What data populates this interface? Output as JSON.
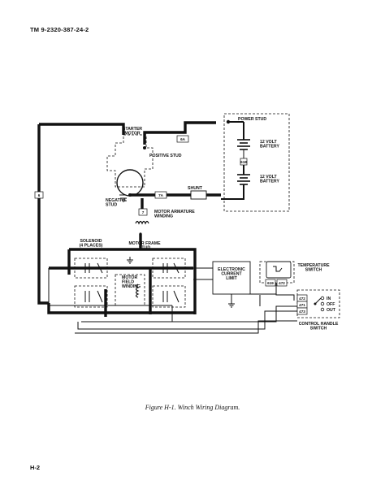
{
  "header": {
    "doc_number": "TM 9-2320-387-24-2"
  },
  "footer": {
    "page_number": "H-2"
  },
  "caption": "Figure H-1.  Winch Wiring Diagram.",
  "diagram": {
    "labels": {
      "power_stud": "POWER STUD",
      "starter_motor": "STARTER MOTOR",
      "positive_stud": "POSITIVE STUD",
      "battery_1": "12 VOLT BATTERY",
      "battery_2": "12 VOLT BATTERY",
      "negative_stud": "NEGATIVE STUD",
      "shunt": "SHUNT",
      "motor_armature_winding": "MOTOR ARMATURE WINDING",
      "solenoid": "SOLENOID (4 PLACES)",
      "motor_frame_stud": "MOTOR FRAME STUD",
      "motor_field_winding": "MOTOR FIELD WINDING",
      "electronic_current_limit": "ELECTRONIC CURRENT LIMIT",
      "temperature_switch": "TEMPERATURE SWITCH",
      "control_handle_switch": "CONTROL HANDLE SWITCH",
      "switch_in": "IN",
      "switch_off": "OFF",
      "switch_out": "OUT"
    },
    "wire_tags": {
      "w6a": "6A",
      "w7a": "7A",
      "w7": "7",
      "w6": "6",
      "w618": "618",
      "w619": "619",
      "w472_top": "472",
      "w472": "472",
      "w471": "471",
      "w473": "473"
    }
  }
}
